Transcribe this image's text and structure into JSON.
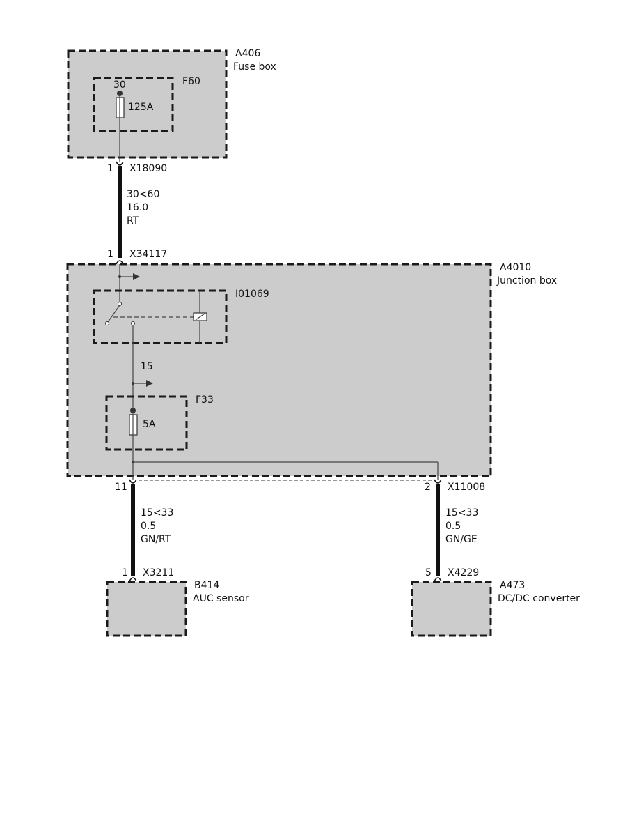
{
  "components": {
    "fuse_box": {
      "id": "A406",
      "name": "Fuse box"
    },
    "fuse_f60": {
      "id": "F60",
      "terminal": "30",
      "rating": "125A"
    },
    "junction_box": {
      "id": "A4010",
      "name": "Junction box"
    },
    "relay": {
      "id": "I01069"
    },
    "fuse_f33": {
      "id": "F33",
      "rating": "5A"
    },
    "auc_sensor": {
      "id": "B414",
      "name": "AUC sensor"
    },
    "dcdc_converter": {
      "id": "A473",
      "name": "DC/DC converter"
    }
  },
  "connectors": {
    "x18090": {
      "id": "X18090",
      "pin": "1"
    },
    "x34117": {
      "id": "X34117",
      "pin": "1"
    },
    "x11008_left": {
      "pin": "11"
    },
    "x11008_right": {
      "id": "X11008",
      "pin": "2"
    },
    "x3211": {
      "id": "X3211",
      "pin": "1"
    },
    "x4229": {
      "id": "X4229",
      "pin": "5"
    }
  },
  "wires": {
    "main_feed": {
      "circuit": "30<60",
      "size": "16.0",
      "color": "RT"
    },
    "auc_feed": {
      "circuit": "15<33",
      "size": "0.5",
      "color": "GN/RT"
    },
    "dcdc_feed": {
      "circuit": "15<33",
      "size": "0.5",
      "color": "GN/GE"
    }
  },
  "labels": {
    "terminal_15": "15"
  }
}
